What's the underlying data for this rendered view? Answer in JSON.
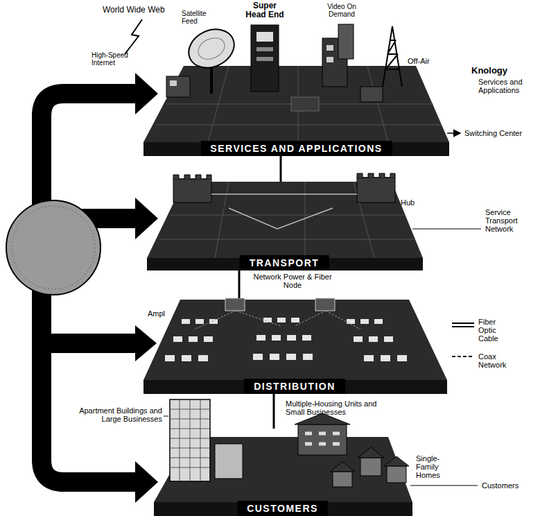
{
  "diagram": {
    "nodes": [
      {
        "text": [
          "SERVICES AND APPLICATIONS"
        ]
      },
      {
        "text": [
          "TRANSPORT"
        ]
      },
      {
        "text": [
          "DISTRIBUTION"
        ]
      },
      {
        "text": [
          "CUSTOMERS"
        ]
      }
    ],
    "edges": [
      {
        "from": 0,
        "to": 1,
        "arrow": "none"
      },
      {
        "from": 1,
        "to": 2,
        "arrow": "none"
      },
      {
        "from": 2,
        "to": 3,
        "arrow": "none"
      }
    ],
    "labels": [
      "World Wide Web",
      "High-Speed Internet",
      "Satellite Feed",
      "Super Head End",
      "Video On Demand",
      "Off-Air",
      "Knology",
      "Services and Applications",
      "Switching Center",
      "Hub",
      "Service Transport Network",
      "Network Power & Fiber Node",
      "Ampl",
      "Apartment Buildings and Large Businesses",
      "Multiple-Housing Units and Small Businesses",
      "Single-Family Homes",
      "Customers"
    ],
    "legend": [
      {
        "text": "Fiber Optic Cable"
      },
      {
        "text": "Coax Network"
      }
    ]
  }
}
